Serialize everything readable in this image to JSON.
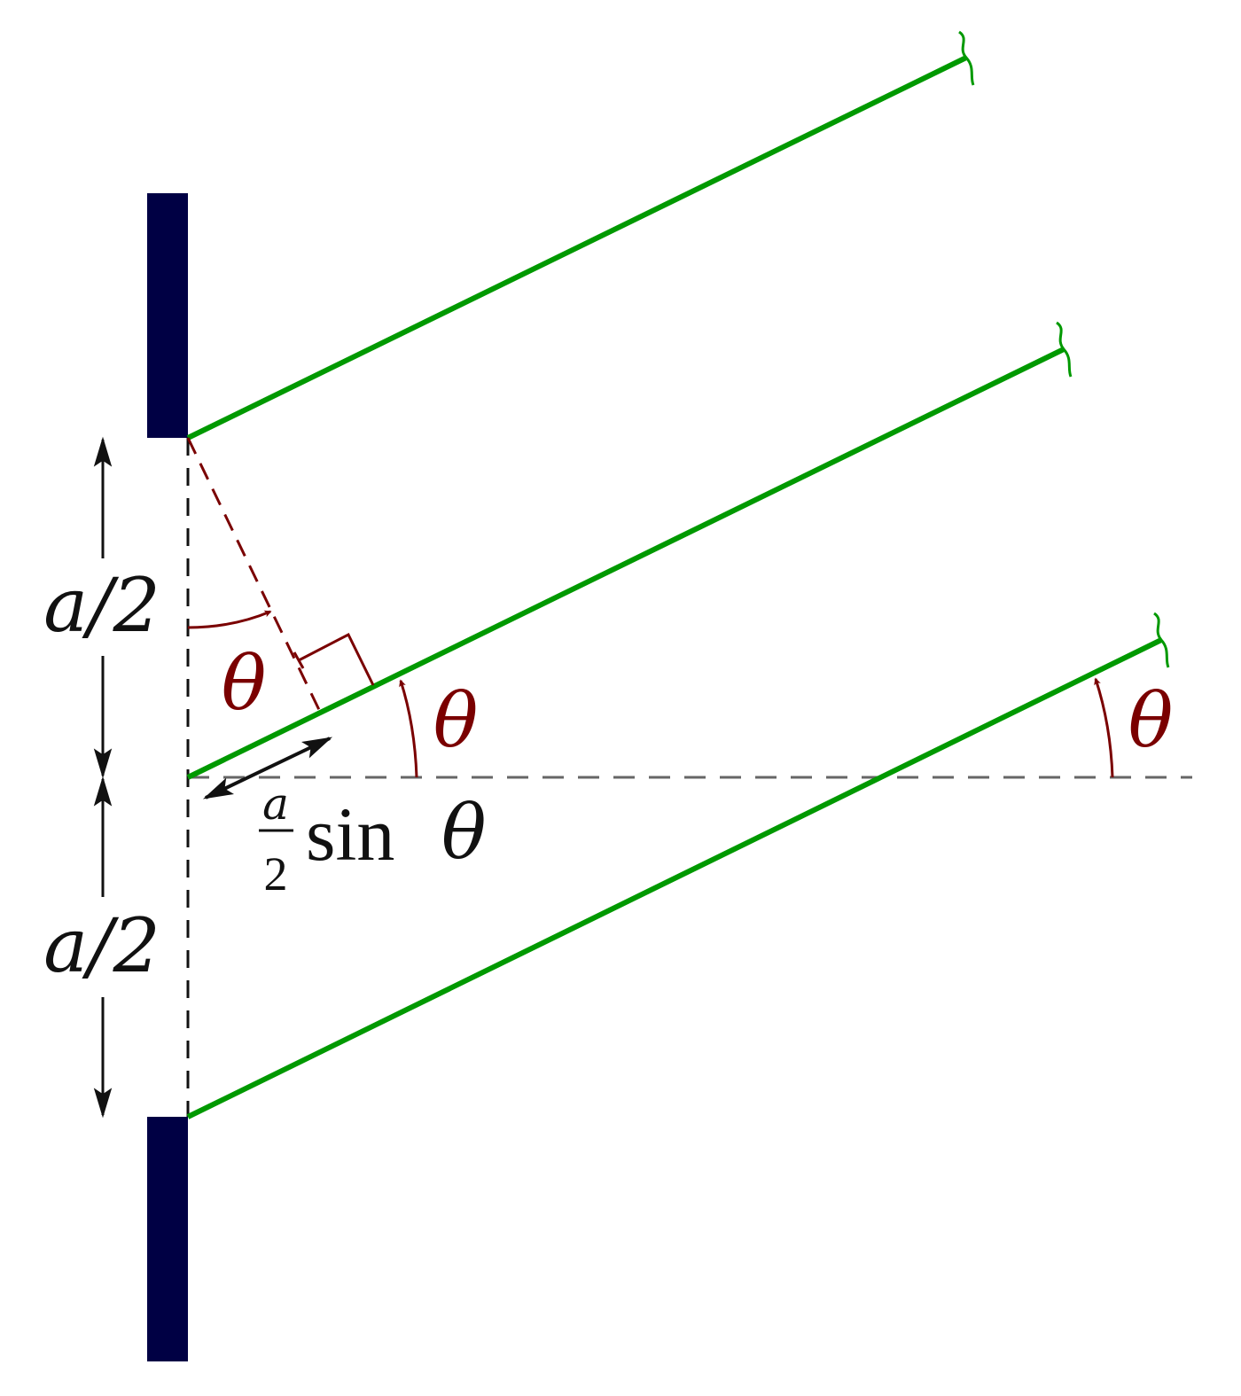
{
  "colors": {
    "wall": "#000044",
    "ray": "#009900",
    "angle": "#7a0000",
    "axis": "#666666",
    "ink": "#111111"
  },
  "labels": {
    "upper_half": "a/2",
    "lower_half": "a/2",
    "theta_left": "θ",
    "theta_middle": "θ",
    "theta_right": "θ",
    "path_difference": {
      "numerator": "a",
      "denominator": "2",
      "function": "sin",
      "variable": "θ"
    }
  }
}
